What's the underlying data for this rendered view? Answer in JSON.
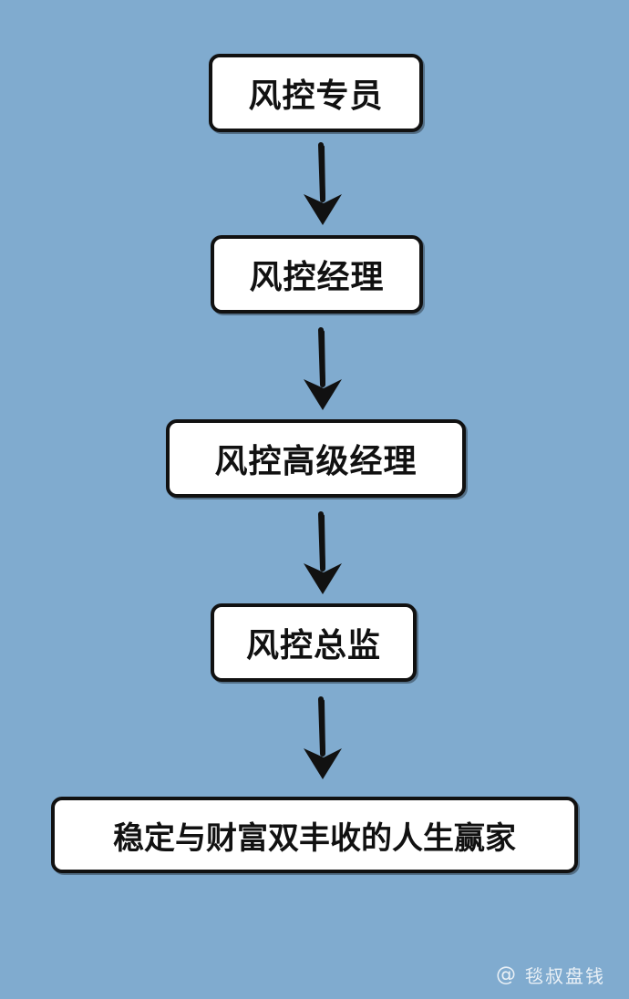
{
  "diagram": {
    "nodes": [
      {
        "label": "风控专员"
      },
      {
        "label": "风控经理"
      },
      {
        "label": "风控高级经理"
      },
      {
        "label": "风控总监"
      },
      {
        "label": "稳定与财富双丰收的人生赢家"
      }
    ],
    "connector_icon": "down-arrow-icon"
  },
  "watermark": {
    "icon": "at-icon",
    "text": "毯叔盘钱"
  },
  "colors": {
    "background": "#80abcf",
    "node_fill": "#ffffff",
    "node_border": "#111111",
    "arrow": "#111111"
  }
}
